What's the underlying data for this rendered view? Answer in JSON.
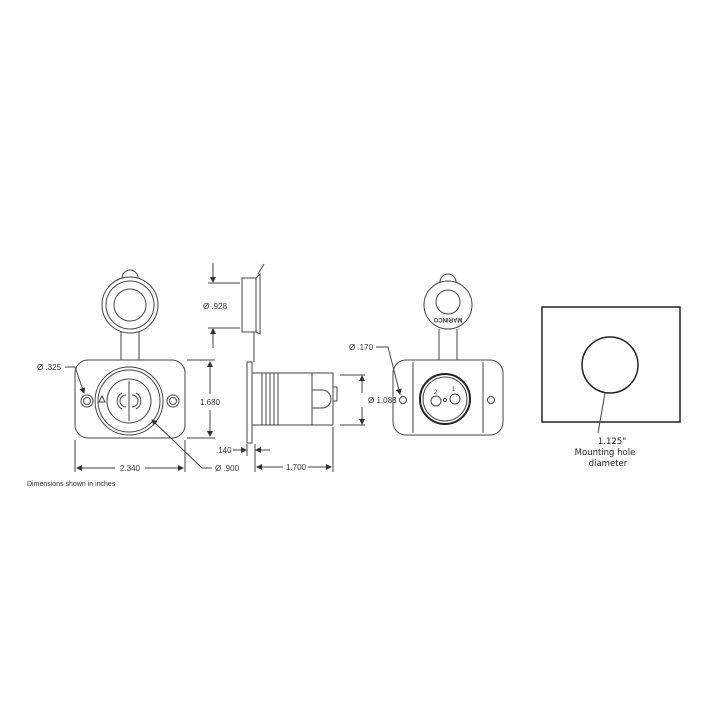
{
  "dimensions": {
    "hole_front": "Ø .325",
    "height": "1.680",
    "width": "2.340",
    "socket_dia": "Ø .900",
    "cap_dia": "Ø .928",
    "flange": ".140",
    "depth": "1.700",
    "hole_back": "Ø .170",
    "body_dia": "Ø 1.088"
  },
  "note": "Dimensions shown in inches",
  "cutout": {
    "value": "1.125\"",
    "line1": "Mounting hole",
    "line2": "diameter"
  },
  "back_pins": [
    "2",
    "1"
  ],
  "logo": "MARINCO"
}
